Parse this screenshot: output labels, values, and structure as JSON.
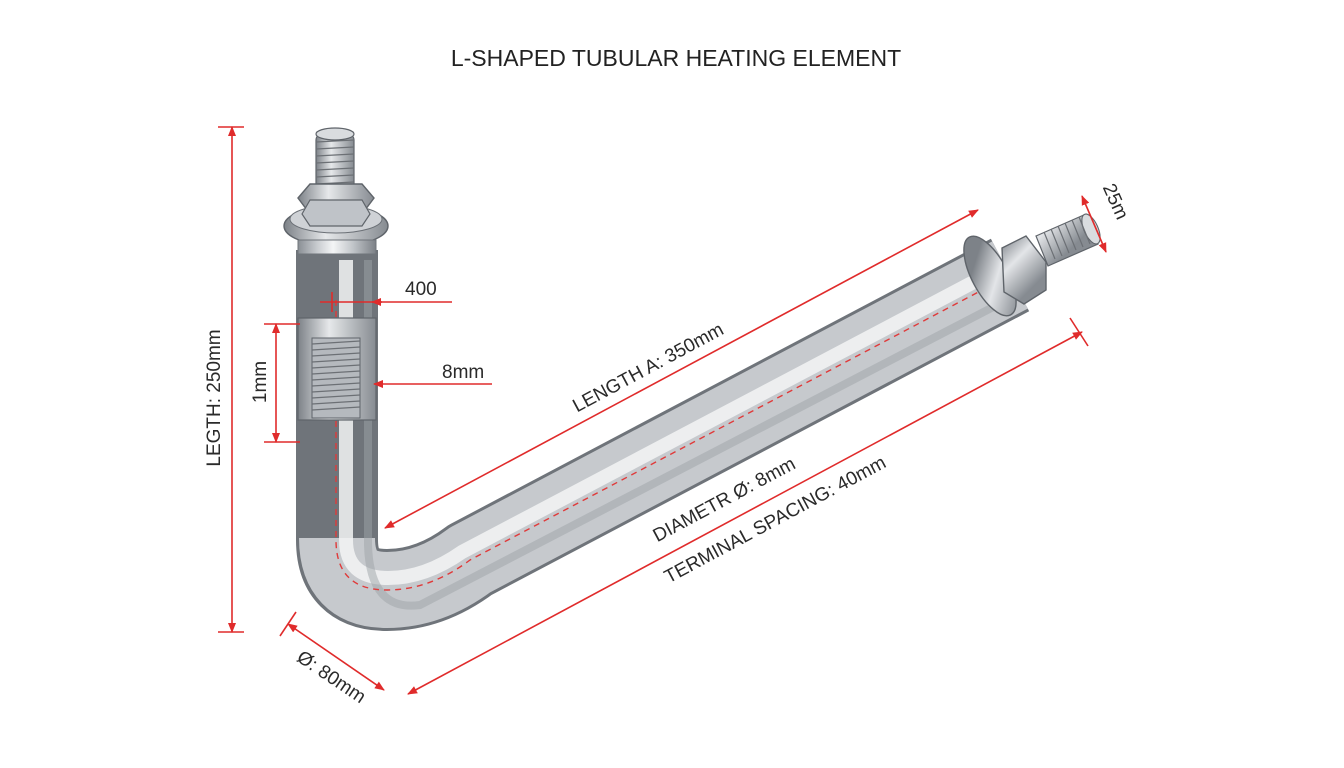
{
  "title": "L-SHAPED TUBULAR HEATING ELEMENT",
  "colors": {
    "dimension_lines": "#e02b2b",
    "tube_light": "#eceef0",
    "tube_mid": "#b9bdc2",
    "tube_dark": "#7d8288",
    "text": "#2a2a2a"
  },
  "dimensions": {
    "total_length": "LEGTH: 250mm",
    "length_a": "LENGTH A: 350mm",
    "diameter": "DIAMETR Ø: 8mm",
    "terminal_spacing": "TERMINAL SPACING: 40mm",
    "bend_diameter": "Ø: 80mm",
    "thread_offset": "400",
    "thread_diameter": "8mm",
    "thread_length": "1mm",
    "terminal_thread": "25m"
  }
}
